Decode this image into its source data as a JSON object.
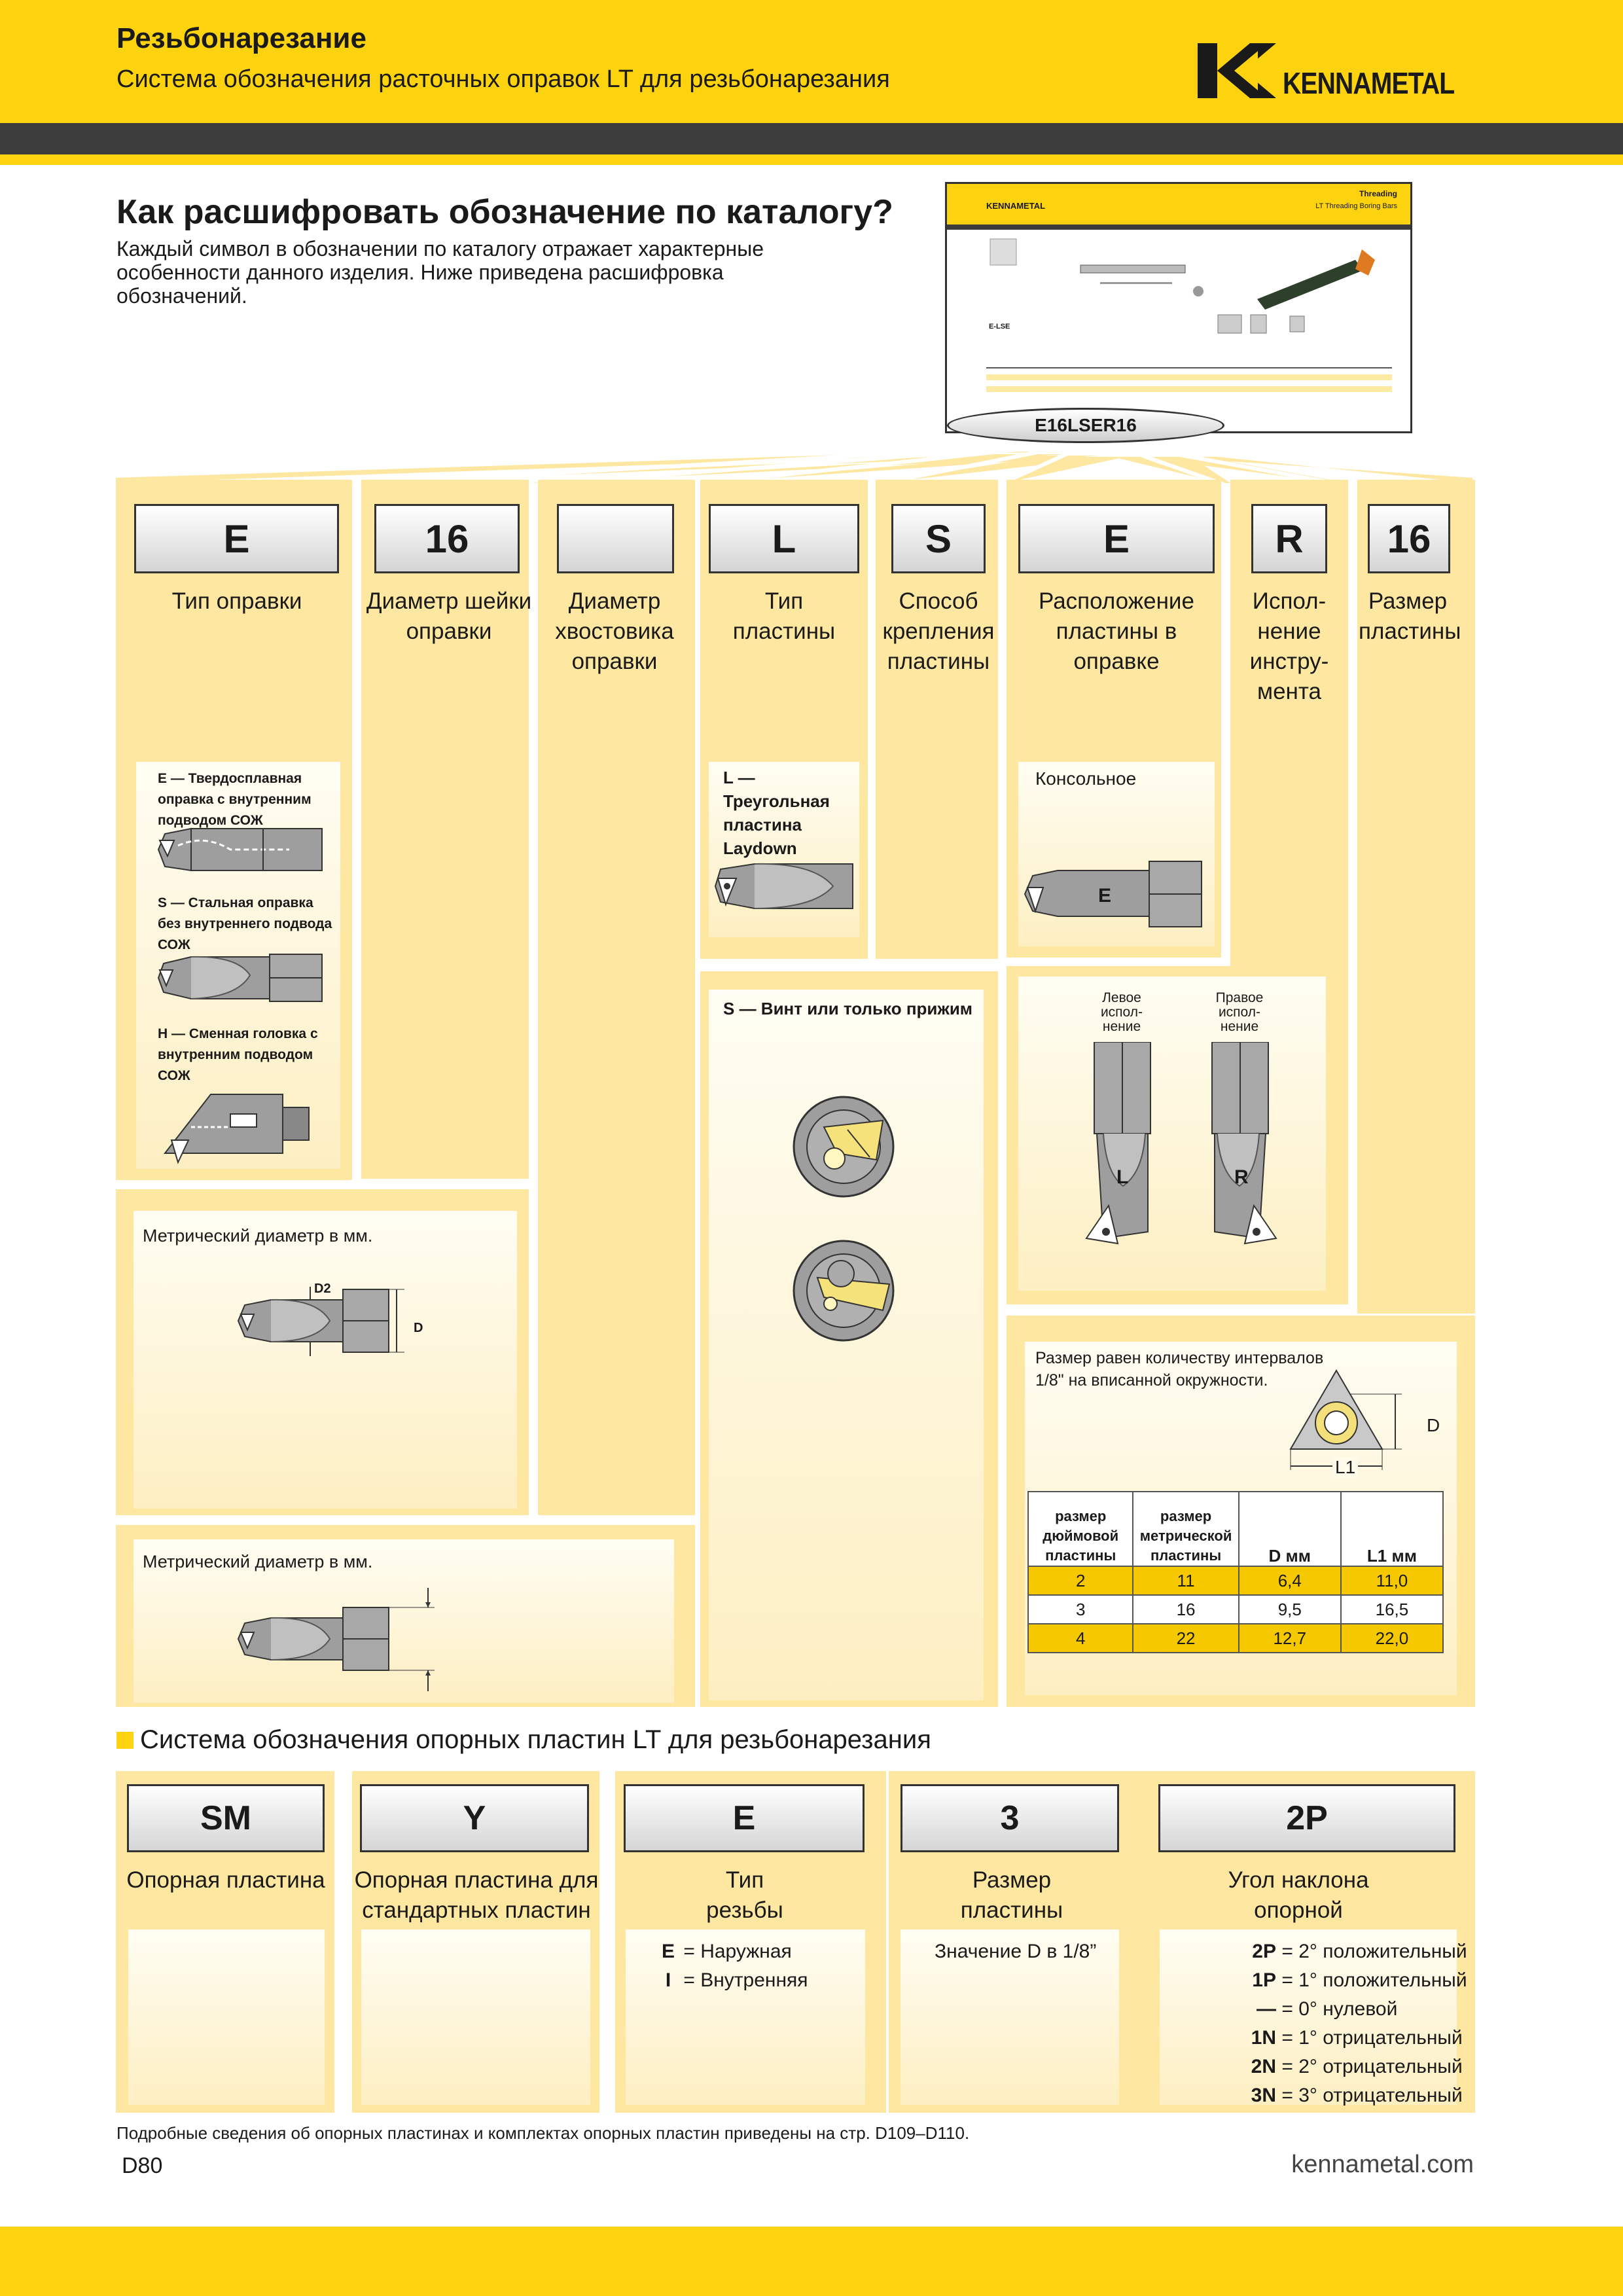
{
  "header": {
    "title": "Резьбонарезание",
    "subtitle": "Система обозначения расточных оправок LT для резьбонарезания",
    "brand": "KENNAMETAL",
    "brand_color": "#fdd20f"
  },
  "intro": {
    "heading": "Как расшифровать обозначение по каталогу?",
    "text": "Каждый символ в обозначении по каталогу отражает характерные особенности данного изделия. Ниже приведена расшифровка обозначений."
  },
  "catalog_preview": {
    "brand": "KENNAMETAL",
    "title": "Threading",
    "subtitle": "LT Threading Boring Bars",
    "series": "E-LSE",
    "designation": "E16LSER16"
  },
  "code_columns": [
    {
      "code": "E",
      "label": "Тип оправки"
    },
    {
      "code": "16",
      "label": "Диаметр шейки оправки"
    },
    {
      "code": "",
      "label": "Диаметр хвостовика оправки"
    },
    {
      "code": "L",
      "label": "Тип пластины"
    },
    {
      "code": "S",
      "label": "Способ крепления пластины"
    },
    {
      "code": "E",
      "label": "Расположение пластины в оправке"
    },
    {
      "code": "R",
      "label": "Испол-нение инстру-мента"
    },
    {
      "code": "16",
      "label": "Размер пластины"
    }
  ],
  "bar_types": [
    "E — Твердосплавная оправка с внутренним подводом СОЖ",
    "S — Стальная оправка без внутреннего подвода СОЖ",
    "H — Сменная головка с внутренним подводом СОЖ"
  ],
  "neck_diameter": {
    "text": "Метрический диаметр в мм.",
    "label_d2": "D2",
    "label_d": "D"
  },
  "shank_diameter": {
    "text": "Метрический диаметр в мм."
  },
  "insert_type": {
    "text": "L — Треугольная пластина Laydown"
  },
  "clamping": {
    "text": "S — Винт или только прижим"
  },
  "position": {
    "text": "Консольное",
    "mark": "E"
  },
  "hand": {
    "left": "Левое испол-нение",
    "right": "Правое испол-нение",
    "left_mark": "L",
    "right_mark": "R"
  },
  "insert_size": {
    "text": "Размер равен количеству интервалов 1/8\" на вписанной окружности.",
    "label_d": "D",
    "label_l1": "L1",
    "headers": [
      "размер дюймовой пластины",
      "размер метрической пластины",
      "D мм",
      "L1 мм"
    ],
    "rows": [
      [
        "2",
        "11",
        "6,4",
        "11,0"
      ],
      [
        "3",
        "16",
        "9,5",
        "16,5"
      ],
      [
        "4",
        "22",
        "12,7",
        "22,0"
      ]
    ]
  },
  "shim_section": {
    "title": "Система обозначения опорных пластин LT для резьбонарезания",
    "columns": [
      {
        "code": "SM",
        "label": "Опорная пластина"
      },
      {
        "code": "Y",
        "label": "Опорная пластина для стандартных пластин LT"
      },
      {
        "code": "E",
        "label": "Тип резьбы"
      },
      {
        "code": "3",
        "label": "Размер пластины"
      },
      {
        "code": "2P",
        "label": "Угол наклона опорной пластины"
      }
    ],
    "thread_types": [
      {
        "k": "E",
        "v": "Наружная"
      },
      {
        "k": "I",
        "v": "Внутренняя"
      }
    ],
    "size_note": "Значение D в 1/8”",
    "angles": [
      {
        "k": "2P",
        "v": "2° положительный"
      },
      {
        "k": "1P",
        "v": "1° положительный"
      },
      {
        "k": "—",
        "v": "0° нулевой"
      },
      {
        "k": "1N",
        "v": "1° отрицательный"
      },
      {
        "k": "2N",
        "v": "2° отрицательный"
      },
      {
        "k": "3N",
        "v": "3° отрицательный"
      }
    ]
  },
  "footer": {
    "note": "Подробные сведения об опорных пластинах и комплектах опорных пластин приведены на стр. D109–D110.",
    "page": "D80",
    "site": "kennametal.com"
  }
}
